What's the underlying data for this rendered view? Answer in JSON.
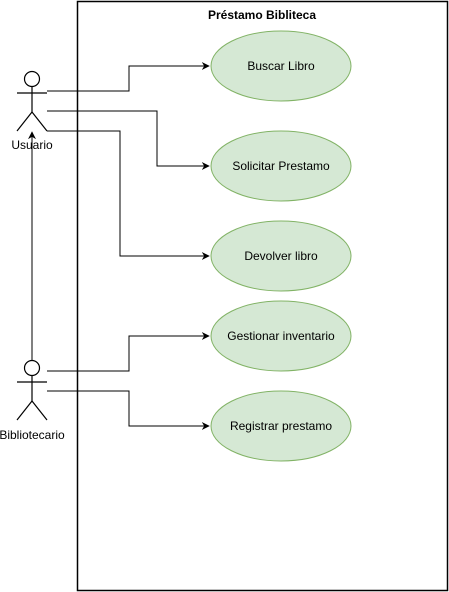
{
  "system": {
    "title": "Préstamo Bibliteca"
  },
  "actors": [
    {
      "id": "usuario",
      "label": "Usuario"
    },
    {
      "id": "bibliotecario",
      "label": "Bibliotecario"
    }
  ],
  "use_cases": [
    {
      "id": "buscar",
      "label": "Buscar Libro"
    },
    {
      "id": "solicitar",
      "label": "Solicitar Prestamo"
    },
    {
      "id": "devolver",
      "label": "Devolver libro"
    },
    {
      "id": "gestionar",
      "label": "Gestionar inventario"
    },
    {
      "id": "registrar",
      "label": "Registrar prestamo"
    }
  ],
  "associations": [
    {
      "from": "usuario",
      "to": "buscar"
    },
    {
      "from": "usuario",
      "to": "solicitar"
    },
    {
      "from": "usuario",
      "to": "devolver"
    },
    {
      "from": "bibliotecario",
      "to": "gestionar"
    },
    {
      "from": "bibliotecario",
      "to": "registrar"
    },
    {
      "from": "bibliotecario",
      "to": "usuario"
    }
  ],
  "colors": {
    "use_case_fill": "#d5e8d4",
    "use_case_stroke": "#82b366",
    "line": "#000000"
  }
}
